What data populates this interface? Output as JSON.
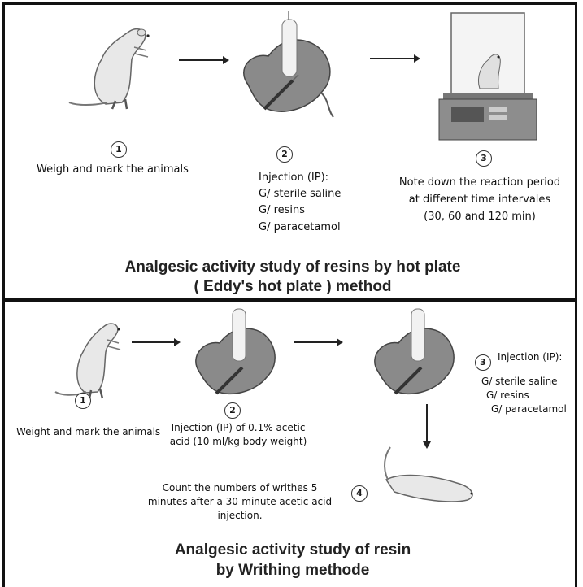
{
  "top": {
    "step1": {
      "number": "1",
      "label": "Weigh and mark the animals"
    },
    "step2": {
      "number": "2",
      "heading": "Injection (IP):",
      "groups": [
        "G/ sterile saline",
        "G/ resins",
        "G/ paracetamol"
      ]
    },
    "step3": {
      "number": "3",
      "lines": [
        "Note down the reaction period",
        "at different time intervales",
        "(30, 60 and 120 min)"
      ]
    },
    "title_line1": "Analgesic activity study of resins by hot plate",
    "title_line2": "( Eddy's hot plate ) method"
  },
  "bottom": {
    "step1": {
      "number": "1",
      "label": "Weight and mark the animals"
    },
    "step2": {
      "number": "2",
      "lines": [
        "Injection (IP) of 0.1% acetic",
        "acid (10 ml/kg body weight)"
      ]
    },
    "step3": {
      "number": "3",
      "heading": "Injection (IP):",
      "groups": [
        "G/ sterile saline",
        "G/ resins",
        "G/ paracetamol"
      ]
    },
    "step4": {
      "number": "4",
      "lines": [
        "Count the numbers of writhes 5",
        "minutes after a 30-minute acetic acid",
        "injection."
      ]
    },
    "title_line1": "Analgesic activity study of resin",
    "title_line2": "by Writhing methode"
  }
}
